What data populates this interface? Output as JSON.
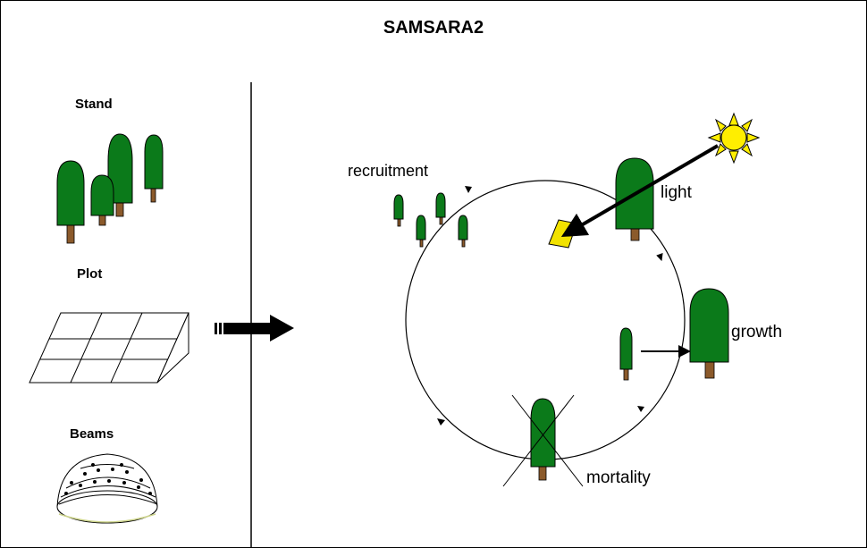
{
  "diagram": {
    "title": "SAMSARA2",
    "inputs": {
      "stand_label": "Stand",
      "plot_label": "Plot",
      "beams_label": "Beams"
    },
    "cycle": {
      "recruitment_label": "recruitment",
      "light_label": "light",
      "growth_label": "growth",
      "mortality_label": "mortality"
    },
    "colors": {
      "tree_crown": "#0b7a1a",
      "tree_trunk": "#8b5a2b",
      "sun": "#ffee00",
      "light_patch": "#f2e200",
      "line": "#000000"
    }
  }
}
